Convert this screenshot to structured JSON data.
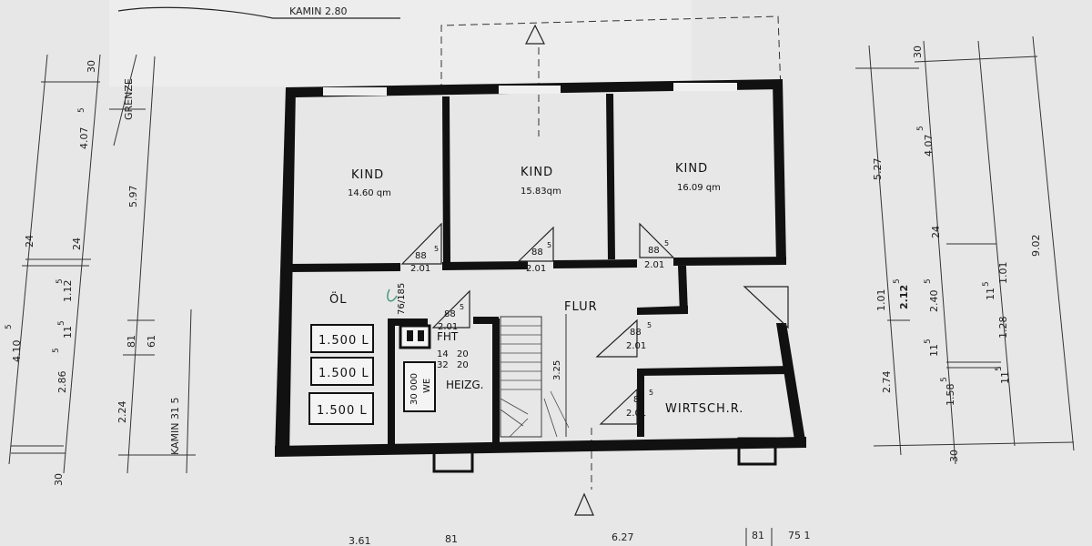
{
  "plan": {
    "top_label": "KAMIN 2.80",
    "grenze": "GRENZE",
    "kamin_side": "KAMIN 31 5",
    "rooms": [
      {
        "name": "KIND",
        "area": "14.60 qm"
      },
      {
        "name": "KIND",
        "area": "15.83qm"
      },
      {
        "name": "KIND",
        "area": "16.09 qm"
      },
      {
        "name": "ÖL"
      },
      {
        "name": "FLUR"
      },
      {
        "name": "HEIZG."
      },
      {
        "name": "WIRTSCH.R."
      },
      {
        "name": "FHT"
      }
    ],
    "tanks": [
      "1.500 L",
      "1.500 L",
      "1.500 L"
    ],
    "boiler": {
      "top": "30 000",
      "bottom": "WE"
    },
    "fht_dims": {
      "a": "14",
      "b": "20",
      "c": "32",
      "d": "20"
    },
    "doors": [
      {
        "top": "88",
        "sup": "5",
        "bottom": "2.01"
      },
      {
        "top": "88",
        "sup": "5",
        "bottom": "2.01"
      },
      {
        "top": "88",
        "sup": "5",
        "bottom": "2.01"
      },
      {
        "top": "88",
        "sup": "5",
        "bottom": "2.01"
      },
      {
        "top": "88",
        "sup": "5",
        "bottom": "2.01"
      },
      {
        "top": "88",
        "sup": "5",
        "bottom": "2.01"
      }
    ],
    "oel_door": "76/185",
    "stair_dim": "3.25"
  },
  "dims_left": {
    "outer": [
      "4.10",
      "5"
    ],
    "a": [
      "30",
      "4.07",
      "5",
      "24",
      "1.12",
      "5",
      "2.86",
      "5",
      "11",
      "5",
      "24"
    ],
    "b": [
      "5.97",
      "81",
      "61",
      "2.24",
      "30"
    ]
  },
  "dims_right": {
    "a": [
      "5.27",
      "1.01",
      "2.74",
      "30"
    ],
    "b": [
      "30",
      "4.07",
      "5",
      "2.12",
      "5",
      "2.40",
      "5",
      "11",
      "5",
      "1.58",
      "5"
    ],
    "c": [
      "24",
      "1.01",
      "11",
      "5",
      "1.28",
      "11",
      "5",
      "9.02"
    ]
  },
  "dims_bottom": [
    "3.61",
    "81",
    "6.27",
    "81",
    "75 1"
  ]
}
